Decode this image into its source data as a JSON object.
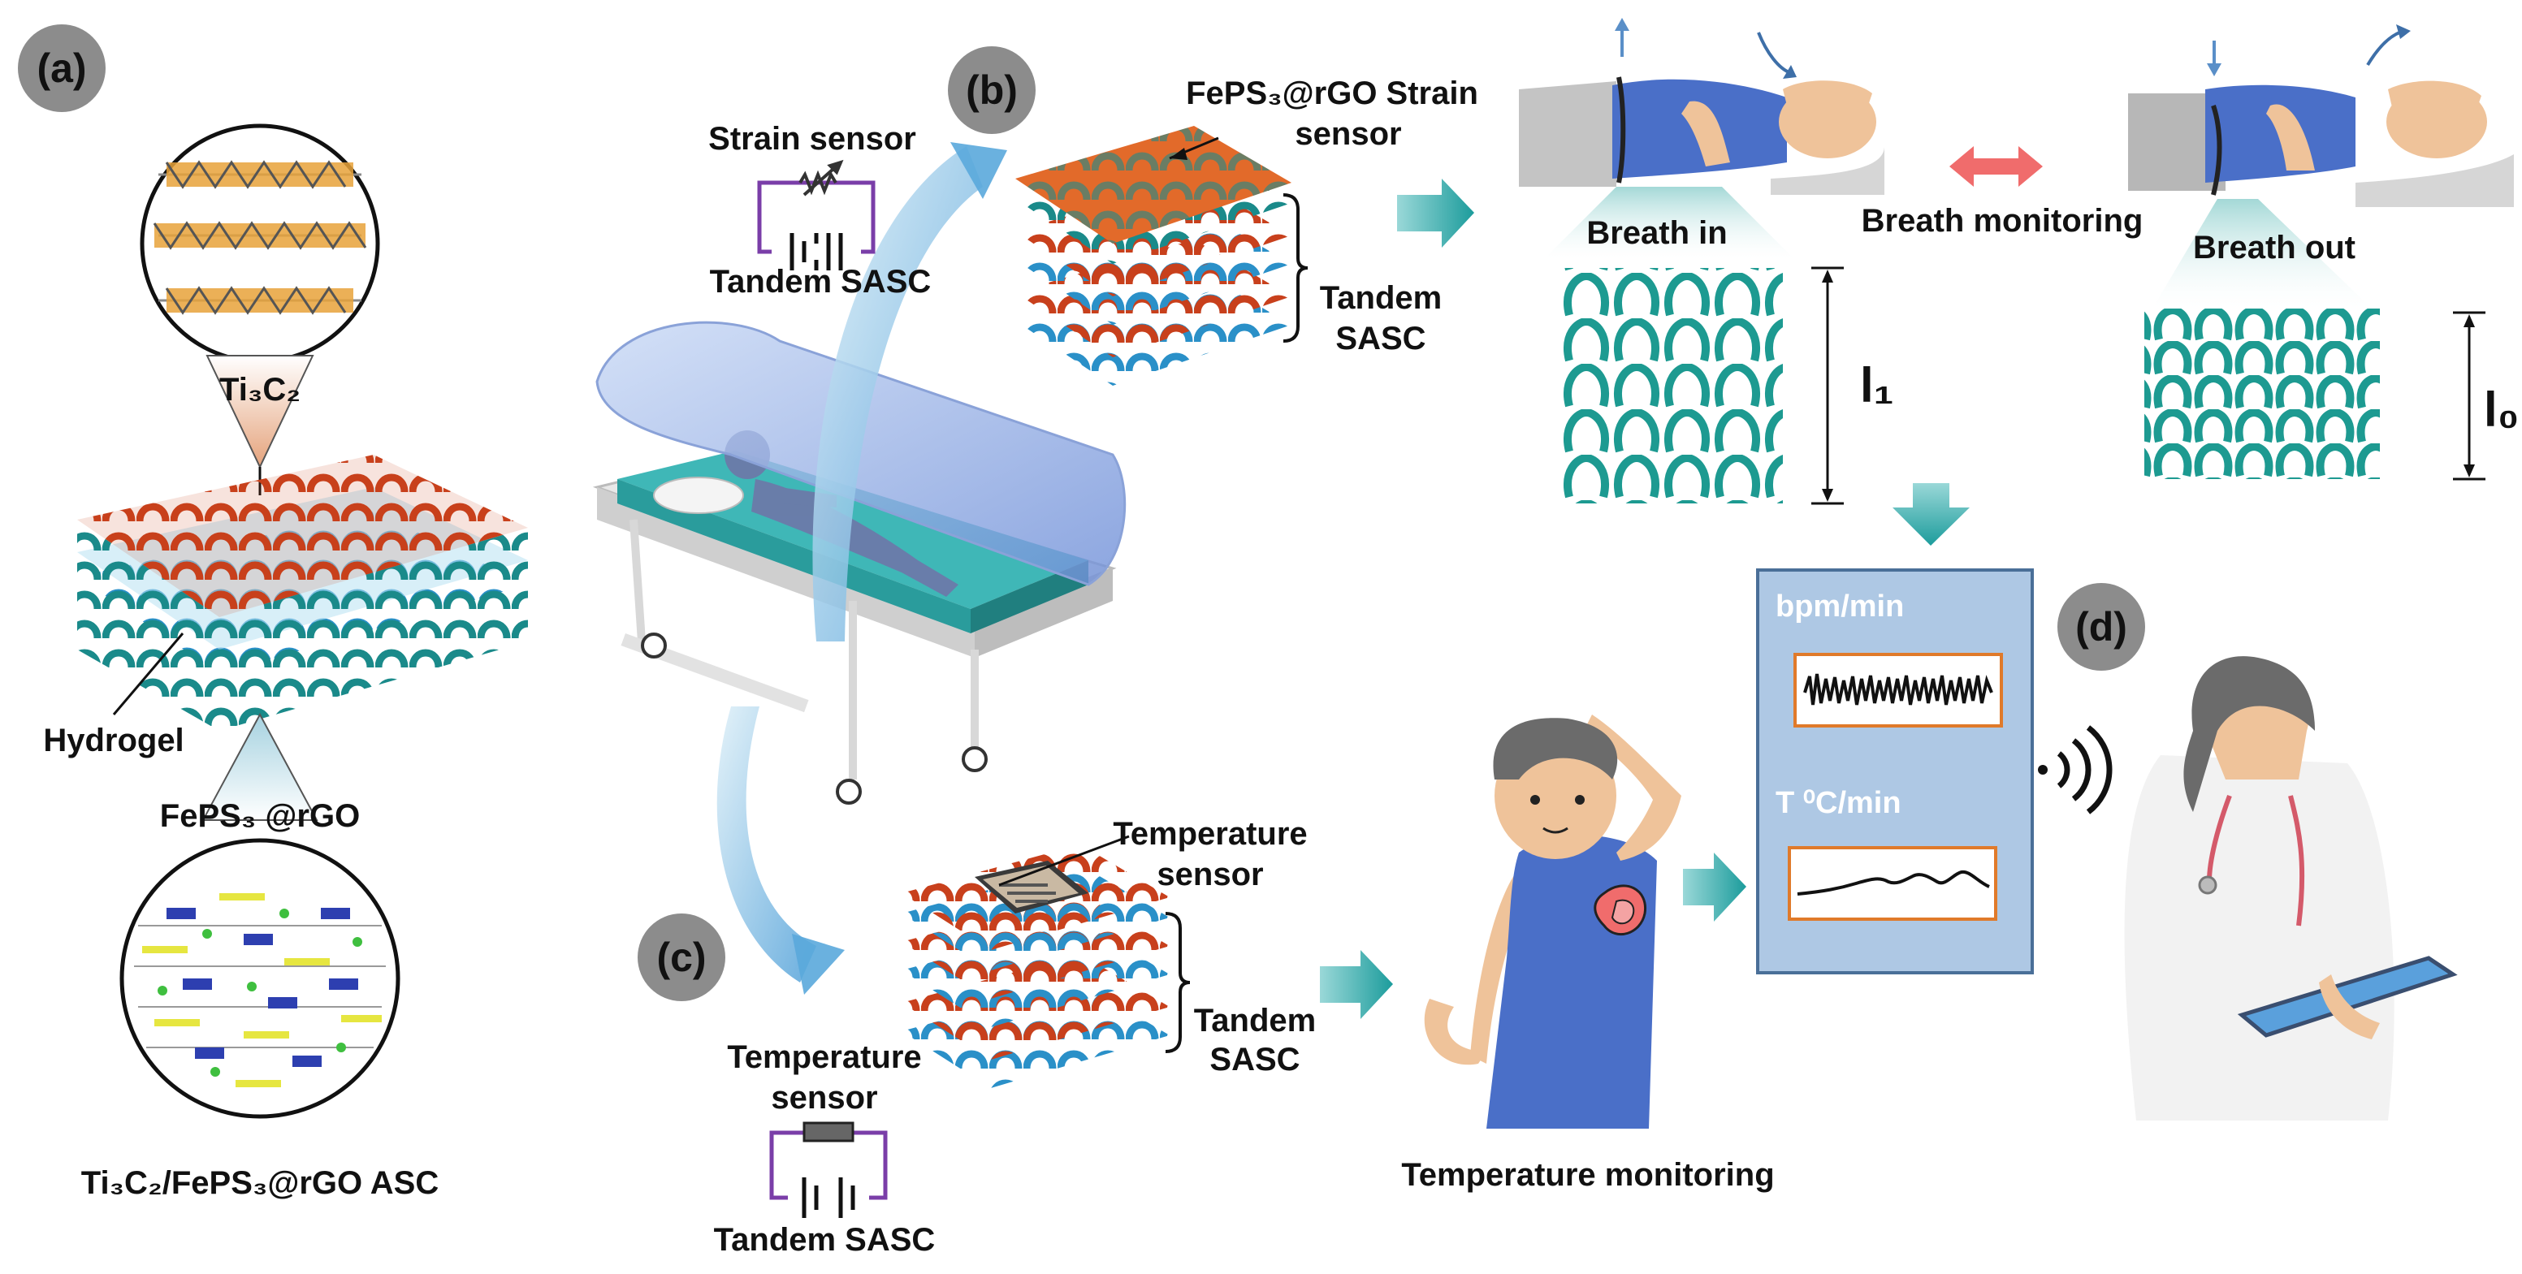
{
  "panels": {
    "a": "(a)",
    "b": "(b)",
    "c": "(c)",
    "d": "(d)"
  },
  "panel_a": {
    "ti3c2_label": "Ti₃C₂",
    "hydrogel_label": "Hydrogel",
    "fepsrgo_label": "FePS₃ @rGO",
    "caption": "Ti₃C₂/FePS₃@rGO ASC"
  },
  "panel_b": {
    "circuit_top": "Strain sensor",
    "circuit_bottom": "Tandem SASC",
    "stack_label_line1": "FePS₃@rGO Strain",
    "stack_label_line2": "sensor",
    "tandem_line1": "Tandem",
    "tandem_line2": "SASC"
  },
  "breath": {
    "breath_in": "Breath in",
    "breath_out": "Breath out",
    "monitoring": "Breath monitoring",
    "l1": "l₁",
    "l0": "l₀"
  },
  "panel_c": {
    "sensor_line1": "Temperature",
    "sensor_line2": "sensor",
    "tandem_line1": "Tandem",
    "tandem_line2": "SASC",
    "circuit_top_line1": "Temperature",
    "circuit_top_line2": "sensor",
    "circuit_bottom": "Tandem SASC",
    "temp_monitoring": "Temperature monitoring"
  },
  "monitor": {
    "bpm_label": "bpm/min",
    "temp_label": "T ⁰C/min"
  },
  "colors": {
    "fiber_red": "#c8401c",
    "fiber_teal": "#1a8a8a",
    "fiber_blue": "#2a90c8",
    "bed_teal": "#2aa7a7",
    "monitor_bg": "#aec8e4",
    "signal_border": "#e07a2a",
    "arrow_teal": "#22a3a3",
    "shirt_blue": "#4a6fc8",
    "skin": "#efc39a",
    "hair_gray": "#6b6b6b",
    "double_arrow": "#f06c6c"
  },
  "icons": [
    "bluetooth-icon",
    "wifi-signal-icon",
    "strain-resistor-icon",
    "battery-icon"
  ]
}
